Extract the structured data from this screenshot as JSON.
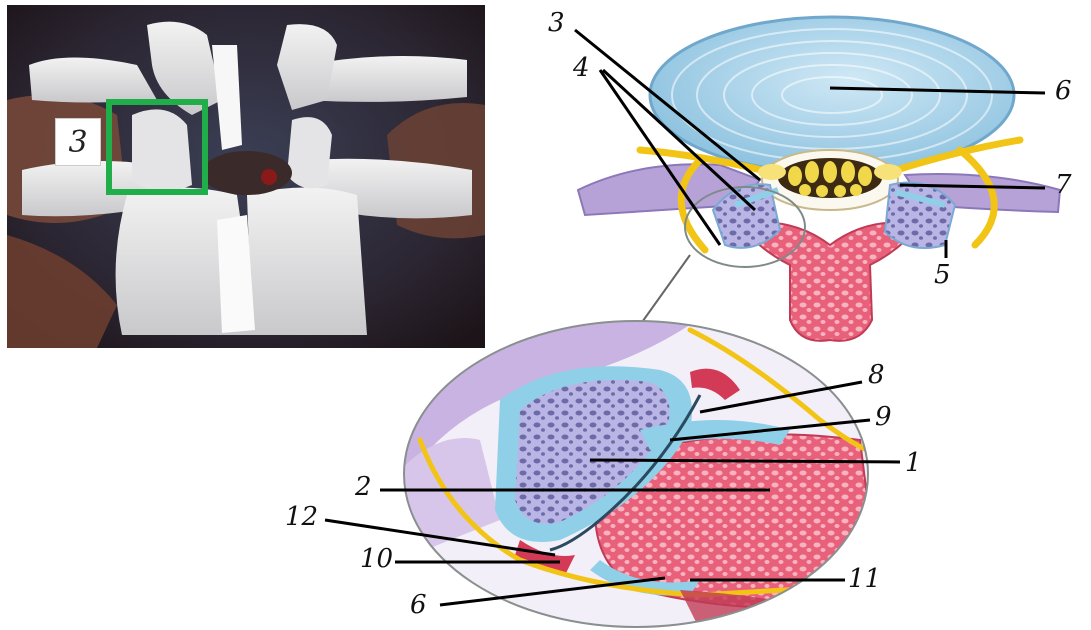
{
  "photo": {
    "inset_label": "3"
  },
  "callouts": {
    "top_3": "3",
    "top_4": "4",
    "top_5": "5",
    "top_6": "6",
    "top_7": "7",
    "zoom_8": "8",
    "zoom_9": "9",
    "zoom_1": "1",
    "zoom_2": "2",
    "zoom_12": "12",
    "zoom_10": "10",
    "zoom_11": "11",
    "zoom_6": "6"
  },
  "colors": {
    "highlight_box": "#1fae4a",
    "disc": "#a9d3ea",
    "bone": "#e05470",
    "nerve": "#f2c416",
    "cartilage": "#8fd0e8",
    "purple_tissue": "#b7a2d8"
  }
}
